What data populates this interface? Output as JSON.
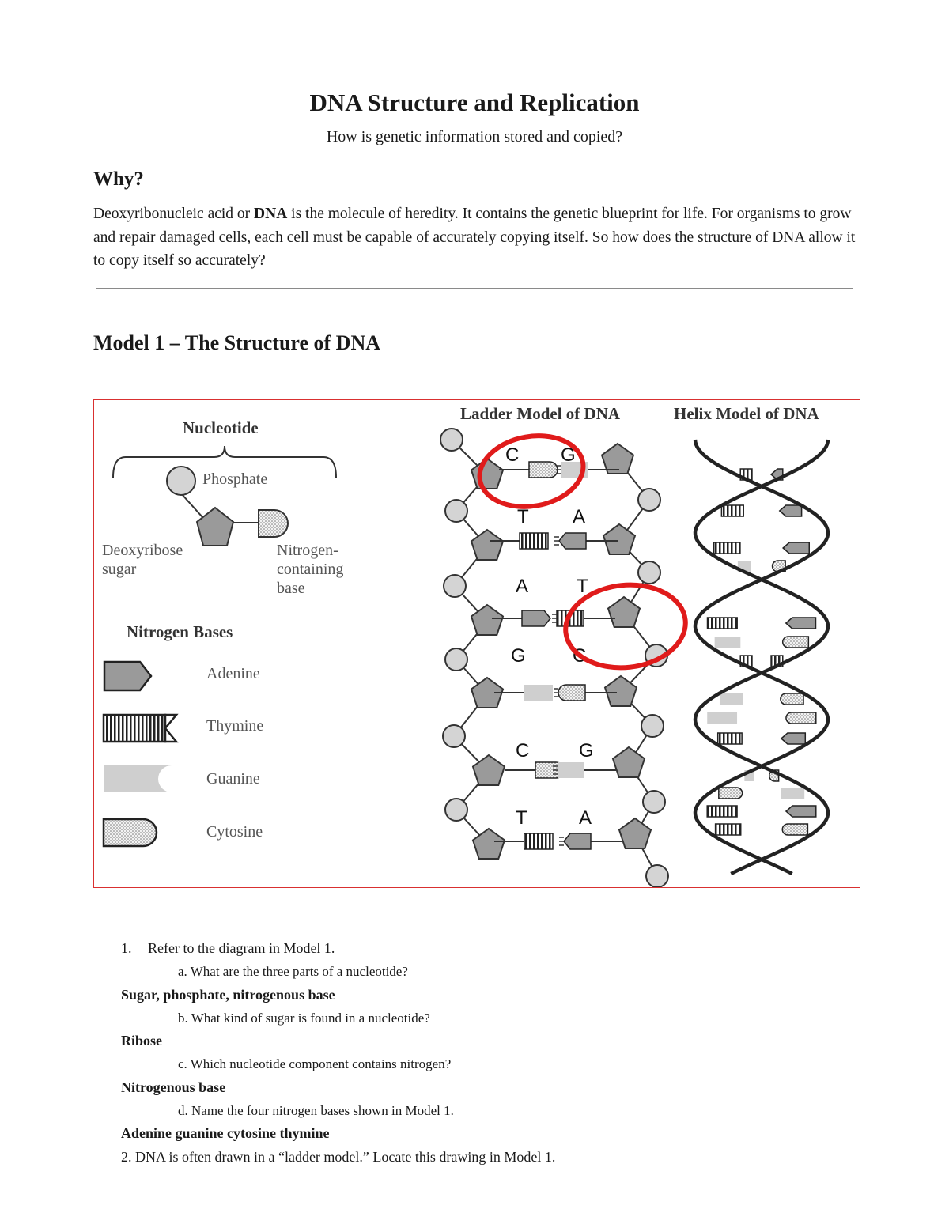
{
  "header": {
    "title": "DNA Structure and Replication",
    "subtitle": "How is genetic information stored and copied?"
  },
  "why": {
    "heading": "Why?",
    "text_part1": "Deoxyribonucleic acid or ",
    "text_bold": "DNA",
    "text_part2": " is the molecule of heredity. It contains the genetic blueprint for life. For organisms to grow and repair damaged cells, each cell must be capable of accurately copying itself. So how  does the structure of DNA allow it to copy itself so accurately?"
  },
  "model": {
    "heading": "Model 1 – The Structure of DNA",
    "nucleotide": {
      "title": "Nucleotide",
      "phosphate": "Phosphate",
      "sugar_line1": "Deoxyribose",
      "sugar_line2": "sugar",
      "base_line1": "Nitrogen-",
      "base_line2": "containing",
      "base_line3": "base"
    },
    "bases_title": "Nitrogen Bases",
    "bases": [
      "Adenine",
      "Thymine",
      "Guanine",
      "Cytosine"
    ],
    "ladder_title": "Ladder Model of DNA",
    "helix_title": "Helix Model of DNA",
    "ladder_pairs": [
      [
        "C",
        "G"
      ],
      [
        "T",
        "A"
      ],
      [
        "A",
        "T"
      ],
      [
        "G",
        "C"
      ],
      [
        "C",
        "G"
      ],
      [
        "T",
        "A"
      ]
    ],
    "colors": {
      "frame": "#d93030",
      "circle_highlight": "#e01b1b",
      "shape_fill": "#9a9a9a",
      "phosphate_fill": "#d4d4d4",
      "guanine_fill": "#cfcfcf"
    }
  },
  "questions": {
    "q1_num": "1.",
    "q1": "Refer to the diagram in Model 1.",
    "q1a": "a. What are the three parts of a nucleotide?",
    "q1a_answer": "Sugar, phosphate, nitrogenous base",
    "q1b": "b. What kind of sugar is found in a nucleotide?",
    "q1b_answer": "Ribose",
    "q1c": "c. Which nucleotide component contains nitrogen?",
    "q1c_answer": "Nitrogenous base",
    "q1d": "d. Name the four nitrogen bases shown in Model 1.",
    "q1d_answer": "Adenine guanine cytosine thymine",
    "q2": "2. DNA is often drawn in a “ladder model.” Locate this drawing in Model 1."
  }
}
